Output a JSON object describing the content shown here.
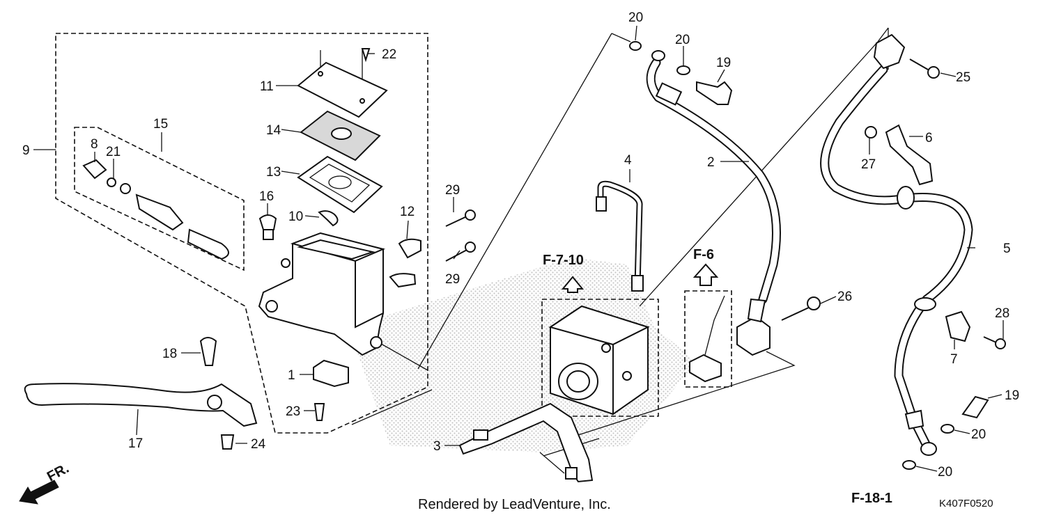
{
  "callouts": [
    "1",
    "2",
    "3",
    "4",
    "5",
    "6",
    "7",
    "8",
    "9",
    "10",
    "11",
    "12",
    "13",
    "14",
    "15",
    "16",
    "17",
    "18",
    "19",
    "20",
    "21",
    "22",
    "23",
    "24",
    "25",
    "26",
    "27",
    "28",
    "29"
  ],
  "refs": {
    "abs": "F-7-10",
    "cable": "F-6",
    "caliper": "F-18-1"
  },
  "direction": "FR.",
  "credit": "Rendered by LeadVenture, Inc.",
  "diagram_code": "K407F0520"
}
